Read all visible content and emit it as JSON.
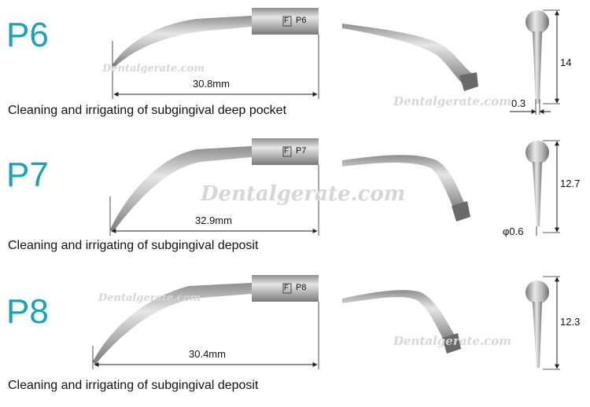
{
  "watermark": "Dentalgerate.com",
  "brand_letter": "F",
  "accent_color": "#1aa3b5",
  "tips": [
    {
      "code": "P6",
      "length": "30.8mm",
      "description": "Cleaning and irrigating of subgingival deep pocket",
      "tip_height": "14",
      "tip_width": "0.3"
    },
    {
      "code": "P7",
      "length": "32.9mm",
      "description": "Cleaning and irrigating of subgingival deposit",
      "tip_height": "12.7",
      "tip_width": "φ0.6"
    },
    {
      "code": "P8",
      "length": "30.4mm",
      "description": "Cleaning and irrigating of subgingival deposit",
      "tip_height": "12.3"
    }
  ]
}
